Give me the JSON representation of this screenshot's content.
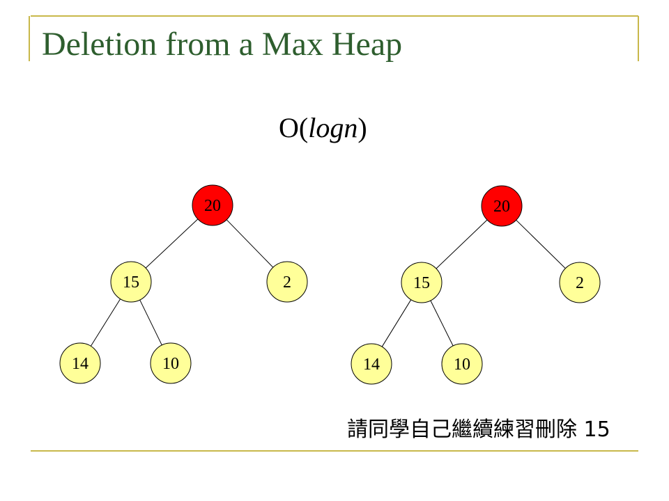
{
  "slide": {
    "title": "Deletion from a Max Heap",
    "complexity_prefix": "O(",
    "complexity_italic": "logn",
    "complexity_suffix": ")",
    "note": "請同學自己繼續練習刪除 15"
  },
  "colors": {
    "title": "#2e5e2e",
    "frame_line": "#c8b84a",
    "root_fill": "#ff0000",
    "node_fill": "#ffff99",
    "edge": "#000000"
  },
  "trees": [
    {
      "name": "left-tree",
      "nodes": [
        {
          "id": "root",
          "label": "20",
          "role": "root"
        },
        {
          "id": "left",
          "label": "15",
          "role": "child"
        },
        {
          "id": "right",
          "label": "2",
          "role": "child"
        },
        {
          "id": "left-left",
          "label": "14",
          "role": "child"
        },
        {
          "id": "left-right",
          "label": "10",
          "role": "child"
        }
      ],
      "edges": [
        [
          "root",
          "left"
        ],
        [
          "root",
          "right"
        ],
        [
          "left",
          "left-left"
        ],
        [
          "left",
          "left-right"
        ]
      ]
    },
    {
      "name": "right-tree",
      "nodes": [
        {
          "id": "root",
          "label": "20",
          "role": "root"
        },
        {
          "id": "left",
          "label": "15",
          "role": "child"
        },
        {
          "id": "right",
          "label": "2",
          "role": "child"
        },
        {
          "id": "left-left",
          "label": "14",
          "role": "child"
        },
        {
          "id": "left-right",
          "label": "10",
          "role": "child"
        }
      ],
      "edges": [
        [
          "root",
          "left"
        ],
        [
          "root",
          "right"
        ],
        [
          "left",
          "left-left"
        ],
        [
          "left",
          "left-right"
        ]
      ]
    }
  ]
}
